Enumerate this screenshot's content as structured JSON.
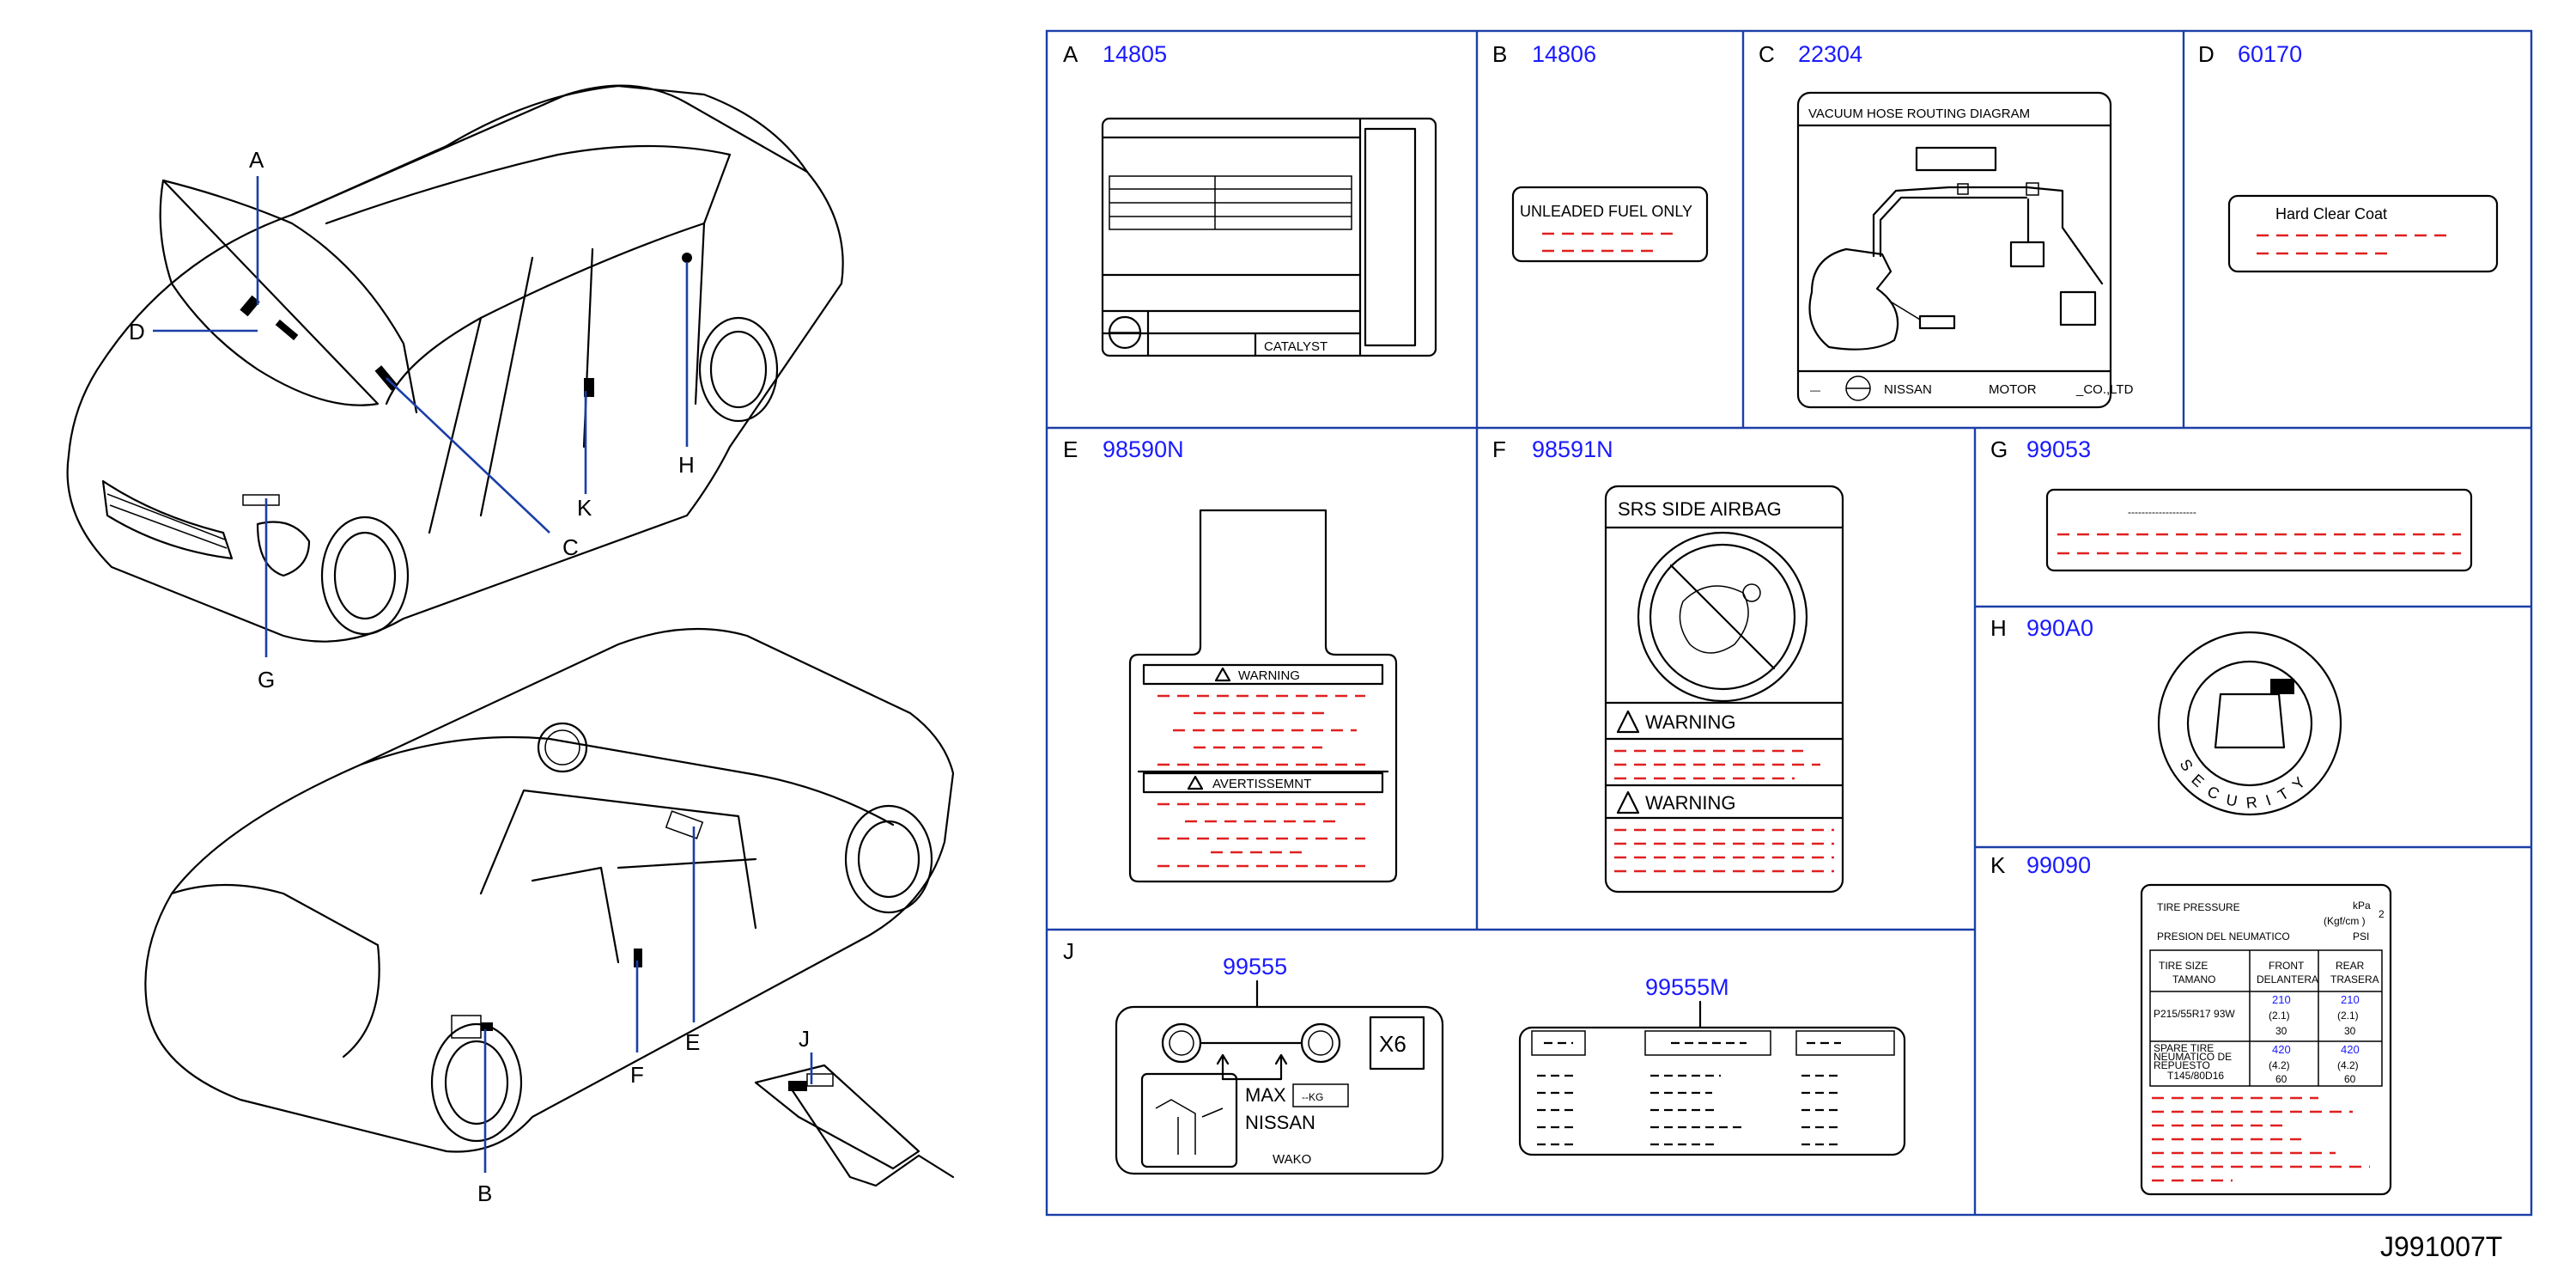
{
  "diagram_code": "J991007T",
  "callouts": {
    "A": "A",
    "B": "B",
    "C": "C",
    "D": "D",
    "E": "E",
    "F": "F",
    "G": "G",
    "H": "H",
    "J": "J",
    "K": "K"
  },
  "cells": {
    "A": {
      "letter": "A",
      "part": "14805",
      "catalyst": "CATALYST"
    },
    "B": {
      "letter": "B",
      "part": "14806",
      "text": "UNLEADED   FUEL   ONLY"
    },
    "C": {
      "letter": "C",
      "part": "22304",
      "title": "VACUUM      HOSE      ROUTING      DIAGRAM",
      "footer_left": "NISSAN",
      "footer_mid": "MOTOR",
      "footer_right": "_CO.,LTD"
    },
    "D": {
      "letter": "D",
      "part": "60170",
      "text": "Hard    Clear    Coat"
    },
    "E": {
      "letter": "E",
      "part": "98590N",
      "warning": "WARNING",
      "warning_fr": "AVERTISSEMNT"
    },
    "F": {
      "letter": "F",
      "part": "98591N",
      "title": "SRS    SIDE    AIRBAG",
      "warning1": "WARNING",
      "warning2": "WARNING"
    },
    "G": {
      "letter": "G",
      "part": "99053",
      "dots": "--------------------"
    },
    "H": {
      "letter": "H",
      "part": "990A0",
      "ring": "SECURITY"
    },
    "J": {
      "letter": "J",
      "part1": "99555",
      "part2": "99555M",
      "x6": "X6",
      "max": "MAX",
      "kg": "--KG",
      "nissan": "NISSAN",
      "wako": "WAKO"
    },
    "K": {
      "letter": "K",
      "part": "99090",
      "title": "TIRE    PRESSURE",
      "unit_kpa": "kPa",
      "unit_kgf": "(Kgf/cm    )",
      "unit_sup": "2",
      "subtitle": "PRESION    DEL    NEUMATICO",
      "unit_psi": "PSI",
      "col_size": [
        "TIRE    SIZE",
        "TAMANO"
      ],
      "col_front": [
        "FRONT",
        "DELANTERA"
      ],
      "col_rear": [
        "REAR",
        "TRASERA"
      ],
      "row1_size": "P215/55R17    93W",
      "row1_front": [
        "210",
        "(2.1)",
        "30"
      ],
      "row1_rear": [
        "210",
        "(2.1)",
        "30"
      ],
      "row2_size": [
        "SPARE    TIRE",
        "NEUMATICO    DE",
        "REPUESTO",
        "T145/80D16"
      ],
      "row2_front": [
        "420",
        "(4.2)",
        "60"
      ],
      "row2_rear": [
        "420",
        "(4.2)",
        "60"
      ]
    }
  }
}
